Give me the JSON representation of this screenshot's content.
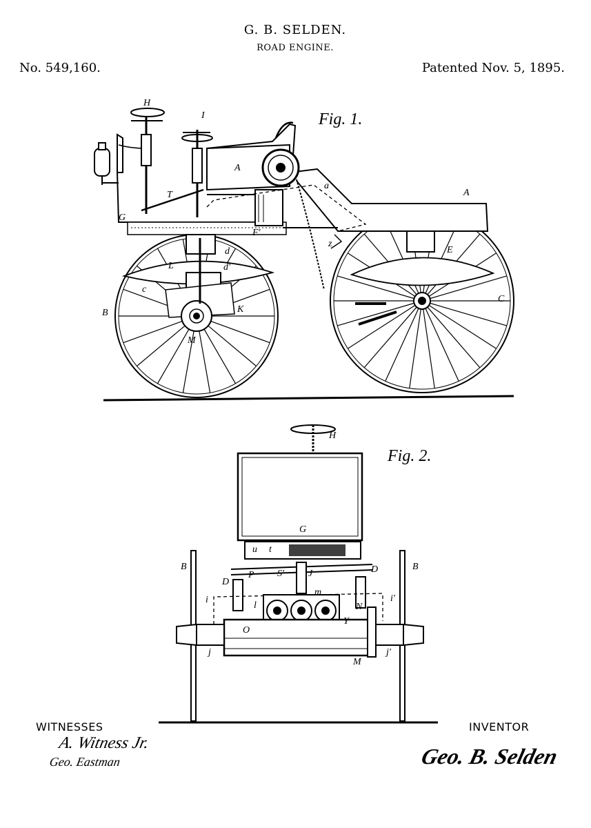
{
  "header": {
    "inventor": "G. B. SELDEN.",
    "title": "ROAD ENGINE.",
    "patent_number": "No. 549,160.",
    "patent_date": "Patented Nov. 5, 1895."
  },
  "figures": {
    "fig1_label": "Fig. 1.",
    "fig2_label": "Fig. 2."
  },
  "fig1_labels": {
    "H": "H",
    "I": "I",
    "A1": "A",
    "A2": "A",
    "a": "a",
    "T": "T",
    "G": "G",
    "F": "F'",
    "B": "B",
    "C": "C",
    "E": "E",
    "L": "L",
    "K": "K",
    "M": "M",
    "c": "c",
    "d": "d",
    "d2": "d'",
    "z": "z"
  },
  "fig2_labels": {
    "H": "H",
    "G": "G",
    "B1": "B",
    "B2": "B",
    "D1": "D",
    "D2": "D",
    "P": "P",
    "S": "S'",
    "J": "J",
    "m": "m",
    "i1": "i",
    "i2": "i'",
    "l": "l",
    "O": "O",
    "Y": "Y",
    "N": "N",
    "j1": "j",
    "j2": "j'",
    "M": "M",
    "u": "u",
    "t": "t"
  },
  "footer": {
    "witnesses_label": "WITNESSES",
    "witness1_signature": "A. Witness Jr.",
    "witness2_signature": "Geo. Eastman",
    "inventor_label": "INVENTOR",
    "inventor_signature": "Geo. B. Selden"
  },
  "colors": {
    "ink": "#000000",
    "paper": "#ffffff"
  }
}
